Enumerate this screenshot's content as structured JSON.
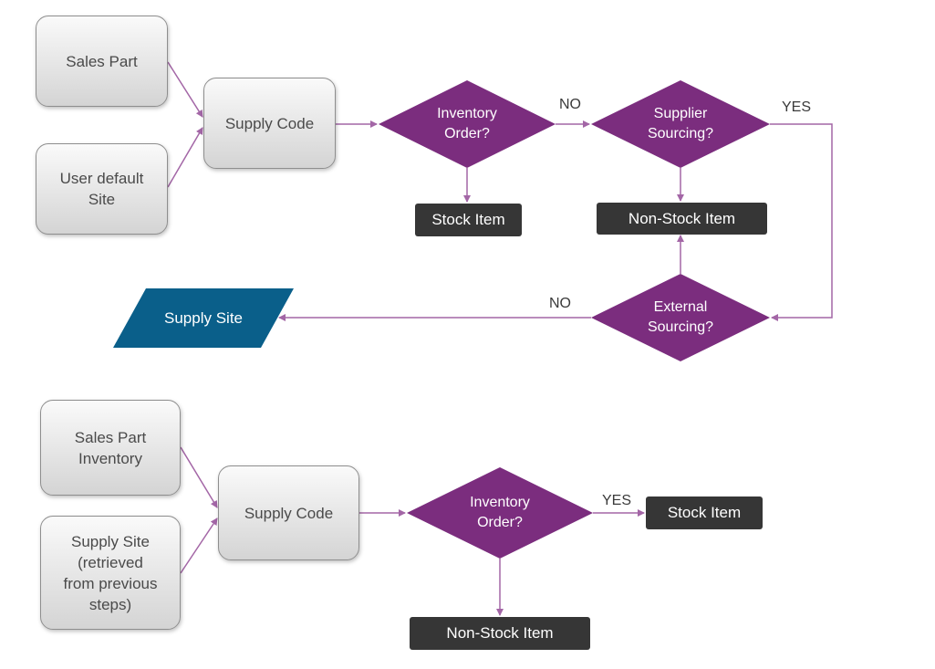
{
  "top": {
    "sales_part": "Sales Part",
    "user_default_site": "User default\nSite",
    "supply_code": "Supply Code",
    "inventory_order": "Inventory\nOrder?",
    "supplier_sourcing": "Supplier\nSourcing?",
    "external_sourcing": "External\nSourcing?",
    "stock_item": "Stock Item",
    "non_stock_item": "Non-Stock Item",
    "supply_site": "Supply Site",
    "label_no_1": "NO",
    "label_yes": "YES",
    "label_no_2": "NO"
  },
  "bottom": {
    "sales_part_inventory": "Sales Part\nInventory",
    "supply_site_prev": "Supply Site\n(retrieved\nfrom previous\nsteps)",
    "supply_code": "Supply Code",
    "inventory_order": "Inventory\nOrder?",
    "stock_item": "Stock Item",
    "non_stock_item": "Non-Stock Item",
    "label_yes": "YES"
  },
  "colors": {
    "decision": "#7b2d7e",
    "connector": "#a366a6",
    "output": "#363636",
    "supply_site": "#0a5f8a"
  }
}
